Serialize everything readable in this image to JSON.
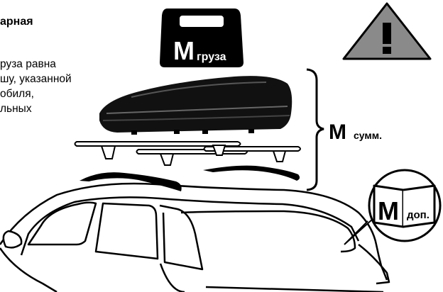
{
  "text": {
    "heading": "арная",
    "lines": [
      "руза равна",
      "шу, указанной",
      "обиля,",
      "льных"
    ]
  },
  "labels": {
    "m_gruza_letter": "M",
    "m_gruza_sub": "груза",
    "m_summ_letter": "M",
    "m_summ_sub": "сумм.",
    "m_dop_letter": "M",
    "m_dop_sub": "доп."
  },
  "icons": {
    "warning": "warning-triangle-icon",
    "manual": "open-manual-icon",
    "cargo": "cargo-weight-icon"
  },
  "colors": {
    "warning_fill": "#8a8a8a",
    "ink": "#000000"
  }
}
